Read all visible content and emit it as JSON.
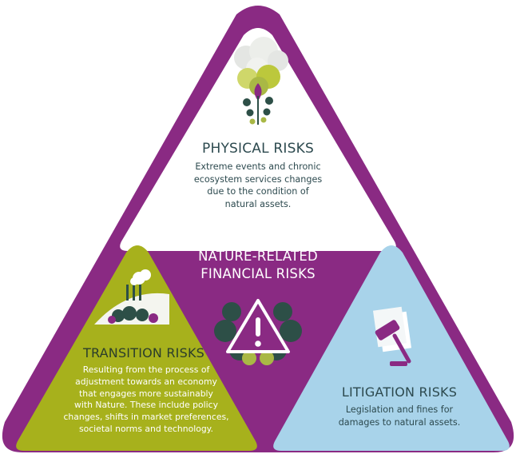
{
  "colors": {
    "purple": "#8a2a83",
    "purple_dark": "#6e1f6a",
    "physical_white": "#ffffff",
    "transition_green": "#a7b11c",
    "litigation_blue": "#a8d3ea",
    "text_dark": "#2d4a4f",
    "tree_dark": "#2d4f47",
    "tree_light": "#a9b845"
  },
  "icons": {
    "physical": "plant-in-clouds-icon",
    "central": "warning-triangle-trees-icon",
    "transition": "hill-trees-factory-icon",
    "litigation": "gavel-document-icon"
  },
  "physical": {
    "title": "PHYSICAL RISKS",
    "description": [
      "Extreme events and chronic",
      "ecosystem services changes",
      "due to the condition of",
      "natural assets."
    ]
  },
  "central": {
    "line1": "NATURE-RELATED",
    "line2": "FINANCIAL RISKS"
  },
  "transition": {
    "title": "TRANSITION RISKS",
    "description": [
      "Resulting from the process of",
      "adjustment towards an economy",
      "that engages more sustainably",
      "with Nature. These include policy",
      "changes, shifts in market preferences,",
      "societal norms and technology."
    ]
  },
  "litigation": {
    "title": "LITIGATION RISKS",
    "description": [
      "Legislation and fines for",
      "damages to natural assets."
    ]
  }
}
